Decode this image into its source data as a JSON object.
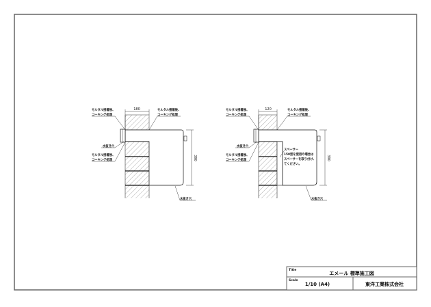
{
  "drawing": {
    "title_block": {
      "title_label": "Title",
      "title_value": "エメール 標準施工図",
      "scale_label": "Scale",
      "scale_value": "1/10 (A4)",
      "company": "東洋工業株式会社"
    },
    "left_detail": {
      "width_dim": "180",
      "height_dim": "390",
      "note_top_left": [
        "モルタル接着後、",
        "コーキング処理"
      ],
      "note_top_right": [
        "モルタル接着後、",
        "コーキング処理"
      ],
      "note_drain_upper": "水抜き穴",
      "note_mid_left": [
        "モルタル接着後、",
        "コーキング処理"
      ],
      "note_drain_lower": "水抜き穴"
    },
    "right_detail": {
      "width_dim": "120",
      "height_dim": "390",
      "note_top_left": [
        "モルタル接着後、",
        "コーキング処理"
      ],
      "note_top_right": [
        "モルタル接着後、",
        "コーキング処理"
      ],
      "note_drain_upper": "水抜き穴",
      "note_mid_left": [
        "モルタル接着後、",
        "コーキング処理"
      ],
      "spacer_note": [
        "スペーサー",
        "150型を使用の場合は",
        "スペーサーを取り付け、",
        "てください。"
      ],
      "note_drain_lower": "水抜き穴"
    },
    "colors": {
      "line": "#111111",
      "frame": "#555555",
      "hatch": "#888888"
    }
  }
}
